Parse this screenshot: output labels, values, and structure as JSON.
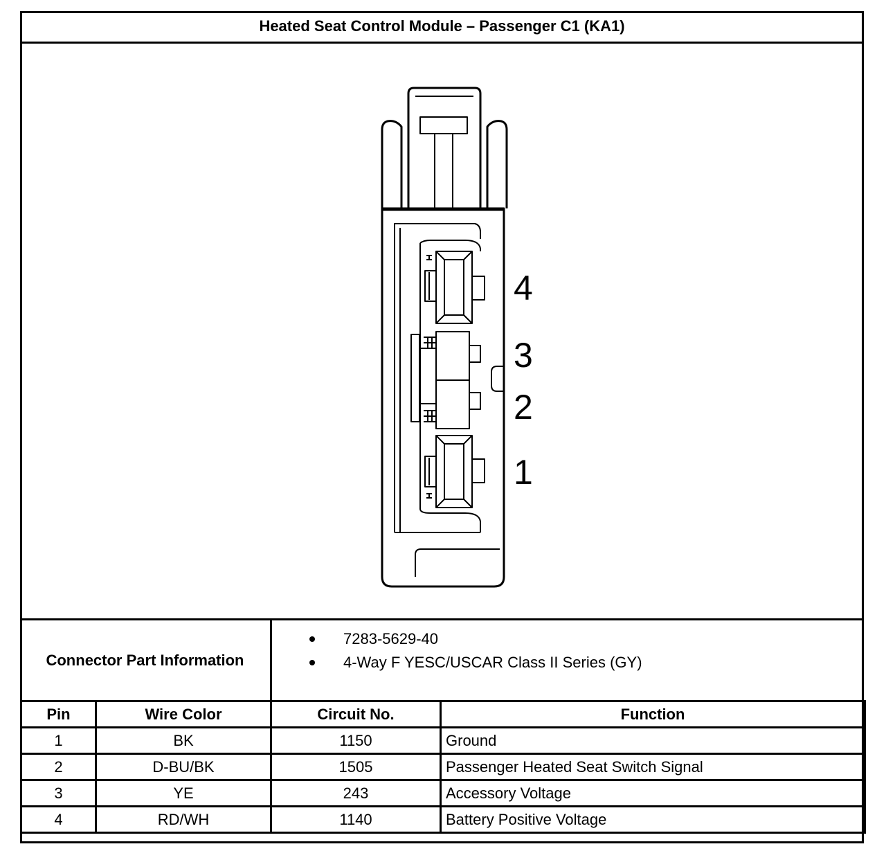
{
  "title": "Heated Seat Control Module – Passenger C1 (KA1)",
  "connector": {
    "pin_labels": [
      "4",
      "3",
      "2",
      "1"
    ]
  },
  "part_info": {
    "label": "Connector Part Information",
    "items": [
      "7283-5629-40",
      "4-Way F YESC/USCAR Class II Series (GY)"
    ]
  },
  "table": {
    "headers": [
      "Pin",
      "Wire Color",
      "Circuit No.",
      "Function"
    ],
    "rows": [
      {
        "pin": "1",
        "wire": "BK",
        "circuit": "1150",
        "function": "Ground"
      },
      {
        "pin": "2",
        "wire": "D-BU/BK",
        "circuit": "1505",
        "function": "Passenger Heated Seat Switch Signal"
      },
      {
        "pin": "3",
        "wire": "YE",
        "circuit": "243",
        "function": "Accessory Voltage"
      },
      {
        "pin": "4",
        "wire": "RD/WH",
        "circuit": "1140",
        "function": "Battery Positive Voltage"
      }
    ]
  }
}
